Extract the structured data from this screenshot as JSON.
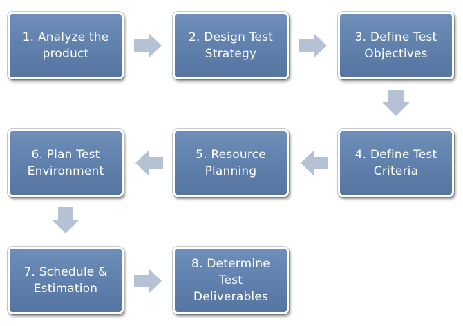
{
  "colors": {
    "box_fill": "#6382b0",
    "box_border": "#ffffff",
    "box_text": "#ffffff",
    "arrow_fill": "#b5c2d6"
  },
  "steps": [
    {
      "label": "1. Analyze the\nproduct"
    },
    {
      "label": "2. Design Test\nStrategy"
    },
    {
      "label": "3. Define Test\nObjectives"
    },
    {
      "label": "4. Define Test\nCriteria"
    },
    {
      "label": "5. Resource\nPlanning"
    },
    {
      "label": "6. Plan Test\nEnvironment"
    },
    {
      "label": "7. Schedule &\nEstimation"
    },
    {
      "label": "8. Determine Test\nDeliverables"
    }
  ],
  "arrows": [
    {
      "direction": "right",
      "from": "step-1",
      "to": "step-2"
    },
    {
      "direction": "right",
      "from": "step-2",
      "to": "step-3"
    },
    {
      "direction": "down",
      "from": "step-3",
      "to": "step-4"
    },
    {
      "direction": "left",
      "from": "step-4",
      "to": "step-5"
    },
    {
      "direction": "left",
      "from": "step-5",
      "to": "step-6"
    },
    {
      "direction": "down",
      "from": "step-6",
      "to": "step-7"
    },
    {
      "direction": "right",
      "from": "step-7",
      "to": "step-8"
    }
  ]
}
